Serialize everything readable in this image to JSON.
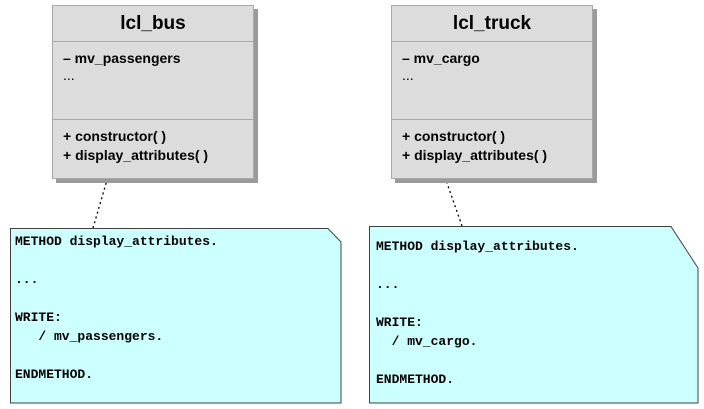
{
  "classes": {
    "bus": {
      "name": "lcl_bus",
      "attributes": [
        "– mv_passengers",
        "..."
      ],
      "methods": [
        "+ constructor( )",
        "+ display_attributes( )"
      ]
    },
    "truck": {
      "name": "lcl_truck",
      "attributes": [
        "– mv_cargo",
        "..."
      ],
      "methods": [
        "+ constructor( )",
        "+ display_attributes( )"
      ]
    }
  },
  "notes": {
    "bus": {
      "lines": [
        "METHOD display_attributes.",
        "",
        "...",
        "",
        "WRITE:",
        "   / mv_passengers.",
        "",
        "ENDMETHOD."
      ]
    },
    "truck": {
      "lines": [
        "METHOD display_attributes.",
        "",
        "...",
        "",
        "WRITE:",
        "  / mv_cargo.",
        "",
        "ENDMETHOD."
      ]
    }
  },
  "colors": {
    "class_fill": "#dcdcdc",
    "class_border": "#a8a8a8",
    "note_fill": "#ccffff",
    "note_border": "#404040"
  }
}
